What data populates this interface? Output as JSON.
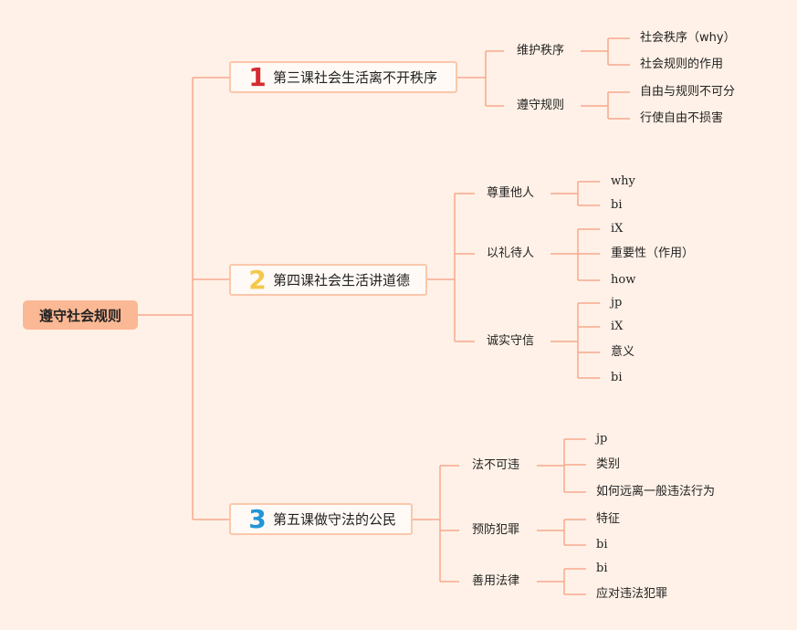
{
  "root": "遵守社会规则",
  "colors": {
    "background": "#fff1e7",
    "root_fill": "#fbb894",
    "line": "#f7a98d",
    "box_border": "#fbc7ab"
  },
  "lessons": [
    {
      "num": "1",
      "label": "第三课社会生活离不开秩序",
      "topics": [
        {
          "label": "维护秩序",
          "leaves": [
            "社会秩序（why）",
            "社会规则的作用"
          ]
        },
        {
          "label": "遵守规则",
          "leaves": [
            "自由与规则不可分",
            "行使自由不损害"
          ]
        }
      ]
    },
    {
      "num": "2",
      "label": "第四课社会生活讲道德",
      "topics": [
        {
          "label": "尊重他人",
          "leaves": [
            "why",
            "bi"
          ]
        },
        {
          "label": "以礼待人",
          "leaves": [
            "iX",
            "重要性（作用）",
            "how"
          ]
        },
        {
          "label": "诚实守信",
          "leaves": [
            "jp",
            "iX",
            "意义",
            "bi"
          ]
        }
      ]
    },
    {
      "num": "3",
      "label": "第五课做守法的公民",
      "topics": [
        {
          "label": "法不可违",
          "leaves": [
            "jp",
            "类别",
            "如何远离一般违法行为"
          ]
        },
        {
          "label": "预防犯罪",
          "leaves": [
            "特征",
            "bi"
          ]
        },
        {
          "label": "善用法律",
          "leaves": [
            "bi",
            "应对违法犯罪"
          ]
        }
      ]
    }
  ]
}
